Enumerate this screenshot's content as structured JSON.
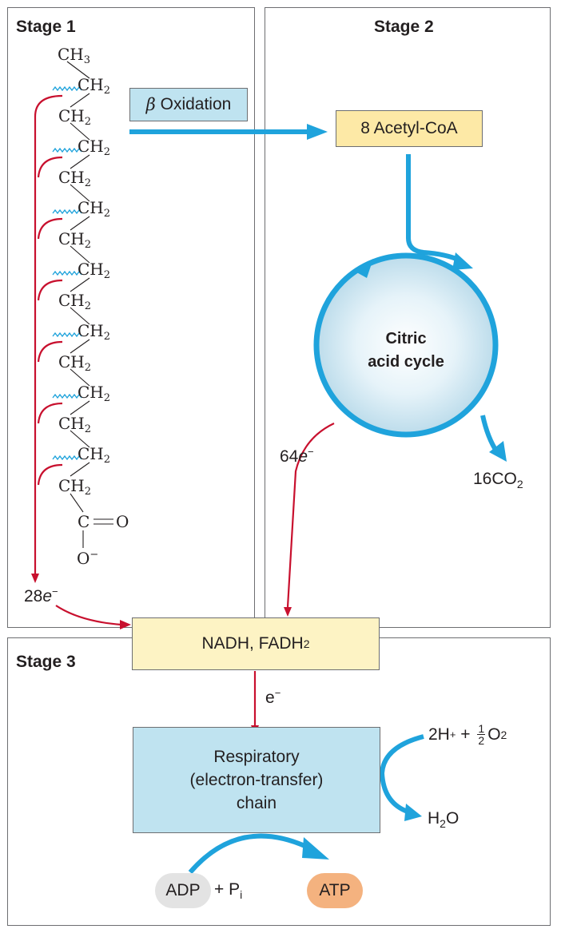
{
  "stages": {
    "stage1_title": "Stage 1",
    "stage2_title": "Stage 2",
    "stage3_title": "Stage 3"
  },
  "molecule": {
    "top_group": "CH",
    "top_sub": "3",
    "chain_group": "CH",
    "chain_sub": "2",
    "carbonyl_c": "C",
    "carbonyl_o": "O",
    "carboxylate_o": "O",
    "carboxylate_charge": "−"
  },
  "stage1": {
    "beta_symbol": "β",
    "beta_text": " Oxidation",
    "electrons_num": "28",
    "electrons_e": "e",
    "electrons_sign": "−"
  },
  "stage2": {
    "acetyl_coa": "8 Acetyl-CoA",
    "cycle_line1": "Citric",
    "cycle_line2": "acid cycle",
    "electrons_num": "64",
    "electrons_e": "e",
    "electrons_sign": "−",
    "co2_main": "16CO",
    "co2_sub": "2"
  },
  "stage3": {
    "carrier_main": "NADH, FADH",
    "carrier_sub": "2",
    "electron_label": "e",
    "electron_sign": "−",
    "chain_line1": "Respiratory",
    "chain_line2": "(electron-transfer)",
    "chain_line3": "chain",
    "proton_text": "2H",
    "proton_sup": "+",
    "plus": " + ",
    "half_num": "1",
    "half_den": "2",
    "oxygen": "O",
    "oxygen_sub": "2",
    "water_h": "H",
    "water_sub": "2",
    "water_o": "O",
    "adp": "ADP",
    "pi_plus": "+ P",
    "pi_sub": "i",
    "atp": "ATP"
  },
  "colors": {
    "electron_arrow": "#c8102e",
    "flow_arrow": "#1fa3dc",
    "wavy_cut": "#1fa3dc",
    "beta_box": "#bfe3f0",
    "acetyl_box": "#fde9a6",
    "carrier_box": "#fdf3c4",
    "chain_box": "#bfe3f0",
    "adp_pill": "#e3e3e3",
    "atp_pill": "#f4b27f"
  }
}
